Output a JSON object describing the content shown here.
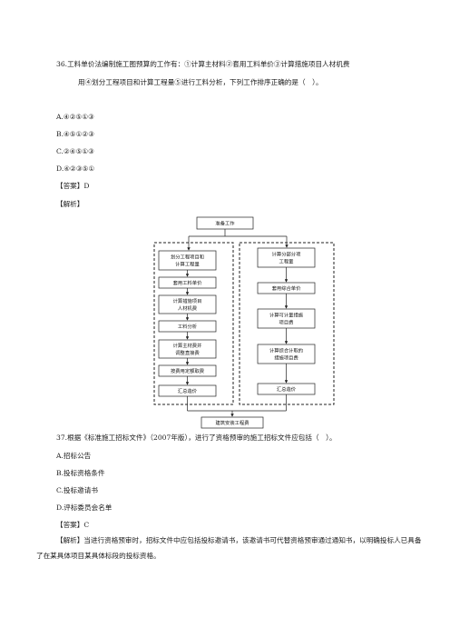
{
  "q36": {
    "line1": "36.工料单价法编制施工图预算的工作有：①计算主材料②套用工料单价③计算措施项目人材机费",
    "line2": "用④划分工程项目和计算工程量⑤进行工料分析，下列工作排序正确的是（　）。",
    "options": [
      "A.④②⑤①③",
      "B.④⑤①②③",
      "C.②④⑤①③",
      "D.④②③⑤①"
    ],
    "answer": "【答案】D",
    "analysis": "【解析】"
  },
  "flowchart": {
    "top": "准备工作",
    "left": [
      "划分工程项目和",
      "计算工程量",
      "套用工料单价",
      "计算措施项目",
      "人材机费",
      "工料分析",
      "计算主材费并",
      "调整直接费",
      "按费用定额取费",
      "汇总造价"
    ],
    "right": [
      "计算分部分项",
      "工程量",
      "套用综合单价",
      "计算可计量措施",
      "项目费",
      "计算综合计取的",
      "措施项目费",
      "汇总造价"
    ],
    "bottom": "建筑安装工程费"
  },
  "q37": {
    "stem": "37.根据《标准施工招标文件》（2007年版），进行了资格预审的施工招标文件应包括（　）。",
    "options": [
      "A.招标公告",
      "B.投标资格条件",
      "C.投标邀请书",
      "D.评标委员会名单"
    ],
    "answer": "【答案】C",
    "analysis": "【解析】当进行资格预审时，招标文件中应包括投标邀请书，该邀请书可代替资格预审通过通知书，以明确投标人已具备了在某具体项目某具体标段的投标资格。"
  }
}
